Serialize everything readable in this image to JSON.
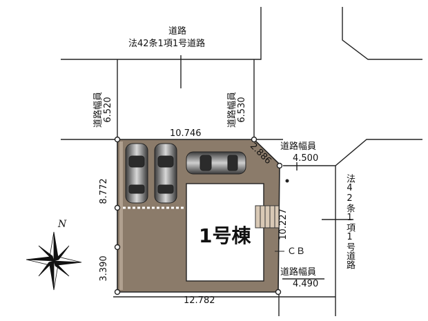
{
  "road_top": {
    "title": "道路",
    "subtitle": "法42条1項1号道路"
  },
  "road_right": {
    "text": "法42条1項1号道路"
  },
  "widths": {
    "left": {
      "label": "道路幅員",
      "value": "6.520"
    },
    "mid": {
      "label": "道路幅員",
      "value": "6.530"
    },
    "right_top": {
      "label": "道路幅員",
      "value": "4.500"
    },
    "right_bottom": {
      "label": "道路幅員",
      "value": "4.490"
    }
  },
  "dims": {
    "top": "10.746",
    "bottom": "12.782",
    "left_upper": "8.772",
    "left_lower": "3.390",
    "right": "10.227",
    "corner": "2.886"
  },
  "house": {
    "label": "1号棟"
  },
  "fence": {
    "label": "ＣＢ"
  },
  "compass": {
    "label": "N"
  },
  "colors": {
    "lot": "#8b7b6a",
    "house": "#ffffff",
    "lines": "#222222"
  }
}
